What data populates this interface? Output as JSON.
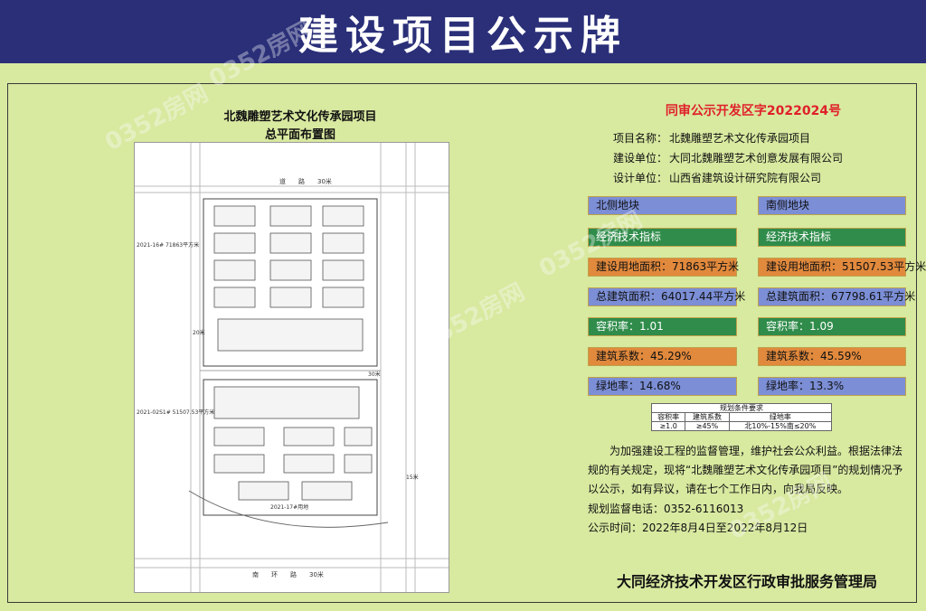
{
  "header": {
    "title": "建设项目公示牌"
  },
  "plan": {
    "title": "北魏雕塑艺术文化传承园项目",
    "subtitle": "总平面布置图"
  },
  "approval_number": "同审公示开发区字2022024号",
  "project_info": [
    {
      "label": "项目名称：",
      "value": "北魏雕塑艺术文化传承园项目"
    },
    {
      "label": "建设单位：",
      "value": "大同北魏雕塑艺术创意发展有限公司"
    },
    {
      "label": "设计单位：",
      "value": "山西省建筑设计研究院有限公司"
    }
  ],
  "north": {
    "name": "北侧地块",
    "indicators_title": "经济技术指标",
    "rows": [
      "建设用地面积：71863平方米",
      "总建筑面积：64017.44平方米",
      "容积率：1.01",
      "建筑系数：45.29%",
      "绿地率：14.68%"
    ]
  },
  "south": {
    "name": "南侧地块",
    "indicators_title": "经济技术指标",
    "rows": [
      "建设用地面积：51507.53平方米",
      "总建筑面积：67798.61平方米",
      "容积率：1.09",
      "建筑系数：45.59%",
      "绿地率：13.3%"
    ]
  },
  "conditions": {
    "title": "规划条件要求",
    "headers": [
      "容积率",
      "建筑系数",
      "绿地率"
    ],
    "values": [
      "≥1.0",
      "≥45%",
      "北10%-15%南≤20%"
    ]
  },
  "notice": {
    "text": "为加强建设工程的监督管理，维护社会公众利益。根据法律法规的有关规定，现将“北魏雕塑艺术文化传承园项目”的规划情况予以公示，如有异议，请在七个工作日内，向我局反映。",
    "phone": "规划监督电话：0352-6116013",
    "period": "公示时间：2022年8月4日至2022年8月12日"
  },
  "authority": "大同经济技术开发区行政审批服务管理局",
  "map": {
    "road_top": "道　　路　　30米",
    "road_bottom": "南　　环　　路　　30米",
    "parcel_north": "2021-16#\n71863平方米",
    "parcel_south": "2021-02S1#\n51507.53平方米",
    "parcel_bottom": "2021-17#用地",
    "width_20": "20米",
    "width_30": "30米",
    "width_15": "15米"
  },
  "watermark": "0352房网",
  "colors": {
    "header": "#2a2f78",
    "background": "#d8e9a0",
    "blue": "#7b8ed6",
    "green": "#2f8c4a",
    "orange": "#e1893c",
    "red": "#e0202a"
  }
}
